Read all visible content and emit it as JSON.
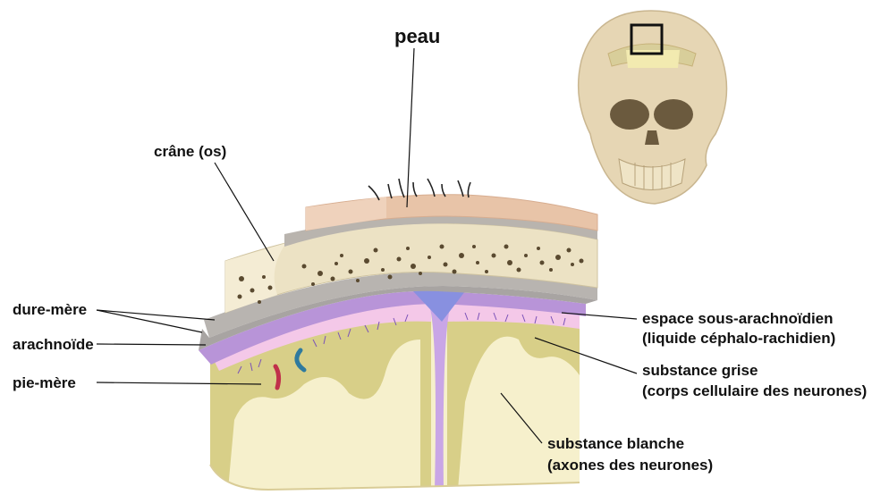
{
  "labels": {
    "peau": "peau",
    "crane": "crâne (os)",
    "dure_mere": "dure-mère",
    "arachnoide": "arachnoïde",
    "pie_mere": "pie-mère",
    "espace_line1": "espace sous-arachnoïdien",
    "espace_line2": "(liquide céphalo-rachidien)",
    "grise_line1": "substance grise",
    "grise_line2": "(corps cellulaire des neurones)",
    "blanche_line1": "substance blanche",
    "blanche_line2": "(axones des neurones)"
  },
  "colors": {
    "skin": "#e8c4a8",
    "bone": "#ece2c4",
    "bone_pores": "#5a4a30",
    "dura": "#b8b4b0",
    "arachnoid": "#b894d8",
    "pia_csf": "#f4c8e8",
    "grey_matter": "#d8cf88",
    "white_matter": "#f6f0cc",
    "sinus": "#8890e0"
  },
  "icons": {
    "skull": "skull-icon",
    "highlight_box": "location-box-icon"
  }
}
